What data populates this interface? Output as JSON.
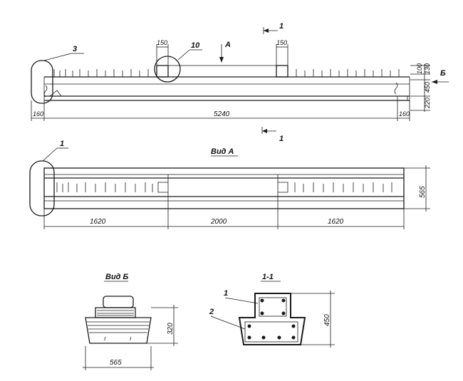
{
  "elevation": {
    "section_mark": "1",
    "view_arrow_label": "A",
    "side_view_label": "Б",
    "callout_3": "3",
    "callout_10": "10",
    "dim_hole_left": "150",
    "dim_hole_right": "150",
    "dim_height_top": "100",
    "dim_height_top_b": "130",
    "dim_height_mid": "450",
    "dim_height_bottom": "220",
    "dim_left": "160",
    "dim_total": "5240",
    "dim_right": "160"
  },
  "view_a": {
    "title": "Вид А",
    "callout_1": "1",
    "dim_left": "1620",
    "dim_mid": "2000",
    "dim_right": "1620",
    "dim_width": "565"
  },
  "view_b": {
    "title": "Вид Б",
    "dim_height": "320",
    "dim_width": "565"
  },
  "section": {
    "title": "1-1",
    "callout_1": "1",
    "callout_2": "2",
    "dim_height": "450"
  }
}
